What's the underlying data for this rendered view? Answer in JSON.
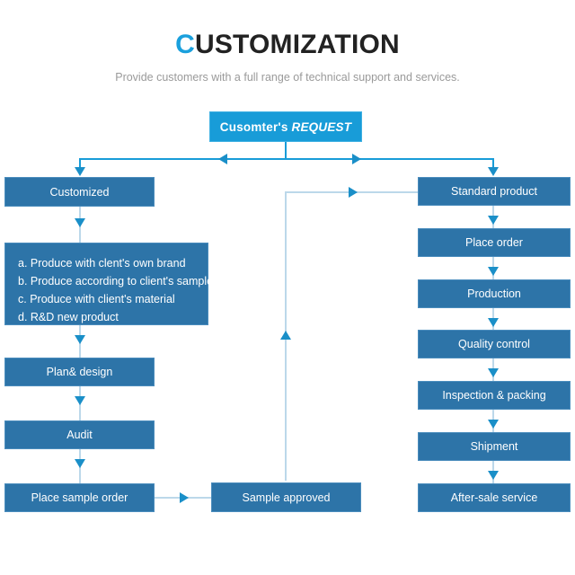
{
  "header": {
    "title_accent": "C",
    "title_rest": "USTOMIZATION",
    "subtitle": "Provide customers with a full range of technical support and services."
  },
  "colors": {
    "accent_blue": "#189cd8",
    "node_blue": "#2d74a8",
    "node_border": "#4b8dbd",
    "connector": "#bcd8ea",
    "arrow": "#1a8fc8",
    "title_text": "#222222",
    "subtitle_text": "#9a9a9a",
    "background": "#ffffff"
  },
  "flowchart": {
    "type": "flowchart",
    "root": {
      "label_main": "Cusomter's",
      "label_italic": "REQUEST"
    },
    "branch_left": {
      "header": "Customized",
      "options": [
        "a. Produce with clent's own brand",
        "b. Produce according to client's sample",
        "c. Produce with client's material",
        "d. R&D new product"
      ],
      "steps": [
        "Plan& design",
        "Audit",
        "Place sample order"
      ]
    },
    "branch_middle": {
      "node": "Sample approved"
    },
    "branch_right": {
      "steps": [
        "Standard product",
        "Place order",
        "Production",
        "Quality control",
        "Inspection & packing",
        "Shipment",
        "After-sale service"
      ]
    }
  }
}
